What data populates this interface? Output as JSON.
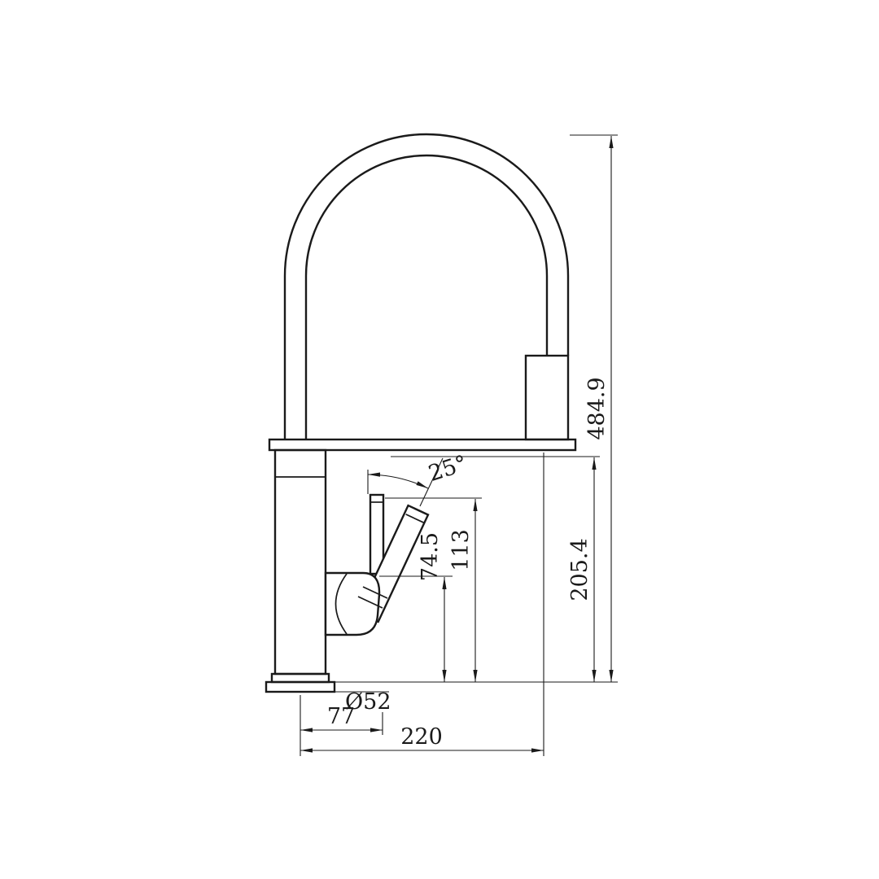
{
  "drawing": {
    "background": "#ffffff",
    "line_color": "#1a1a1a",
    "dimensions": {
      "overall_height": "484.9",
      "lower_section_height": "205.4",
      "handle_height": "113",
      "pivot_height": "74.5",
      "handle_angle": "25°",
      "base_diameter": "Ø52",
      "base_width": "77",
      "overall_width": "220"
    }
  }
}
